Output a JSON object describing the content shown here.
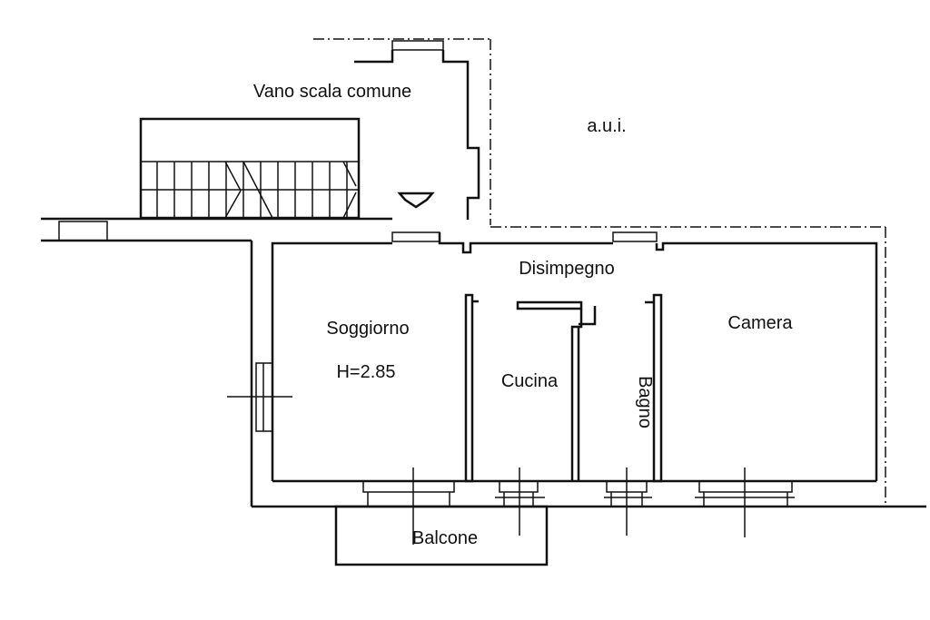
{
  "title": "Floor plan",
  "labels": {
    "stairwell": "Vano scala comune",
    "other_unit": "a.u.i.",
    "hallway": "Disimpegno",
    "living_room": "Soggiorno",
    "ceiling_height": "H=2.85",
    "kitchen": "Cucina",
    "bathroom": "Bagno",
    "bedroom": "Camera",
    "balcony": "Balcone"
  }
}
